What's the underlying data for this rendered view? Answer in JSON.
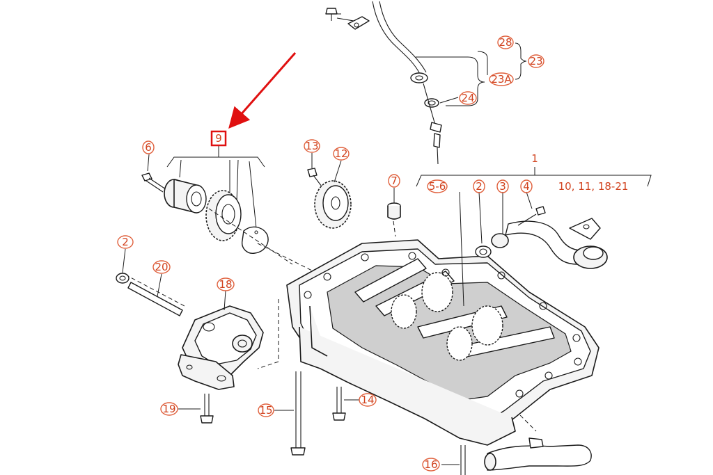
{
  "callouts": {
    "c1": "1",
    "c2a": "2",
    "c2b": "2",
    "c3": "3",
    "c4": "4",
    "c5_6": "5-6",
    "c6": "6",
    "c7": "7",
    "c9": "9",
    "c10_11_18_21": "10, 11, 18-21",
    "c12": "12",
    "c13": "13",
    "c14": "14",
    "c15": "15",
    "c16": "16",
    "c18": "18",
    "c19": "19",
    "c20": "20",
    "c23": "23",
    "c23A": "23A",
    "c24": "24",
    "c28": "28"
  },
  "colors": {
    "callout_text": "#d1421e",
    "highlight_box": "#e01010",
    "arrow": "#e01010",
    "line_art": "#1a1a1a"
  }
}
